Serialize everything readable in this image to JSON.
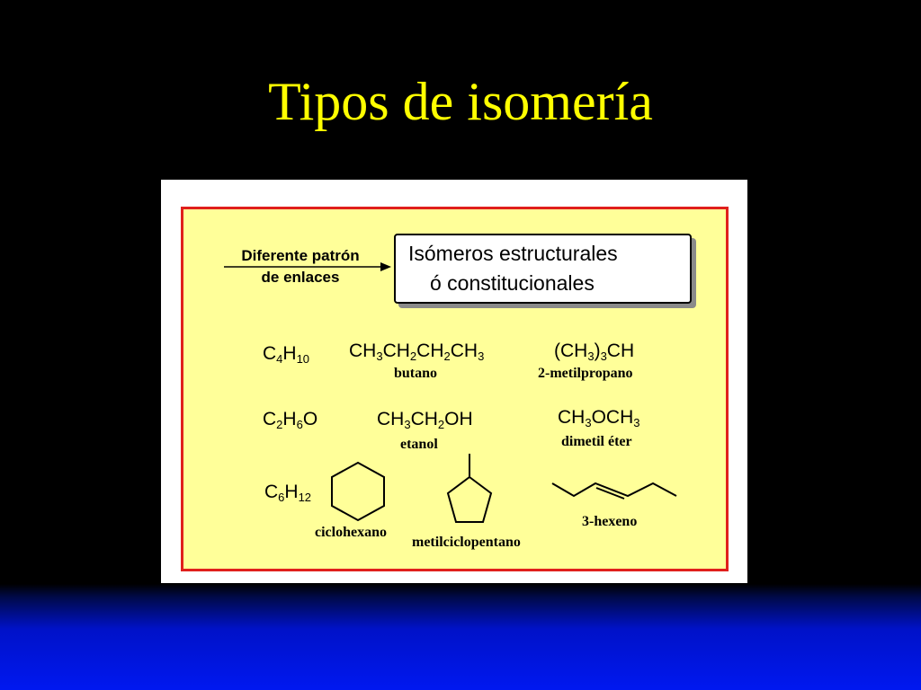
{
  "slide": {
    "title": "Tipos de isomería"
  },
  "figure": {
    "pattern_label": [
      "Diferente patrón",
      "de enlaces"
    ],
    "result_box": [
      "Isómeros estructurales",
      "ó constitucionales"
    ],
    "rows": [
      {
        "molecular_formula": [
          "C",
          "4",
          "H",
          "10"
        ],
        "isomers": [
          {
            "formula": [
              "CH",
              "3",
              "CH",
              "2",
              "CH",
              "2",
              "CH",
              "3"
            ],
            "name": "butano"
          },
          {
            "formula": [
              "(CH",
              "3",
              ")",
              "3",
              "CH"
            ],
            "name": "2-metilpropano"
          }
        ]
      },
      {
        "molecular_formula": [
          "C",
          "2",
          "H",
          "6",
          "O"
        ],
        "isomers": [
          {
            "formula": [
              "CH",
              "3",
              "CH",
              "2",
              "OH"
            ],
            "name": "etanol"
          },
          {
            "formula": [
              "CH",
              "3",
              "OCH",
              "3"
            ],
            "name": "dimetil éter"
          }
        ]
      },
      {
        "molecular_formula": [
          "C",
          "6",
          "H",
          "12"
        ],
        "isomers": [
          {
            "structure_icon": "cyclohexane-ring-icon",
            "name": "ciclohexano"
          },
          {
            "structure_icon": "methylcyclopentane-icon",
            "name": "metilciclopentano"
          },
          {
            "structure_icon": "hexene-chain-icon",
            "name": "3-hexeno"
          }
        ]
      }
    ]
  },
  "colors": {
    "title": "#ffff00",
    "slide_background": "#000000",
    "bottom_band": "#0018f0",
    "panel_fill": "#ffff99",
    "panel_border": "#e0201c"
  }
}
